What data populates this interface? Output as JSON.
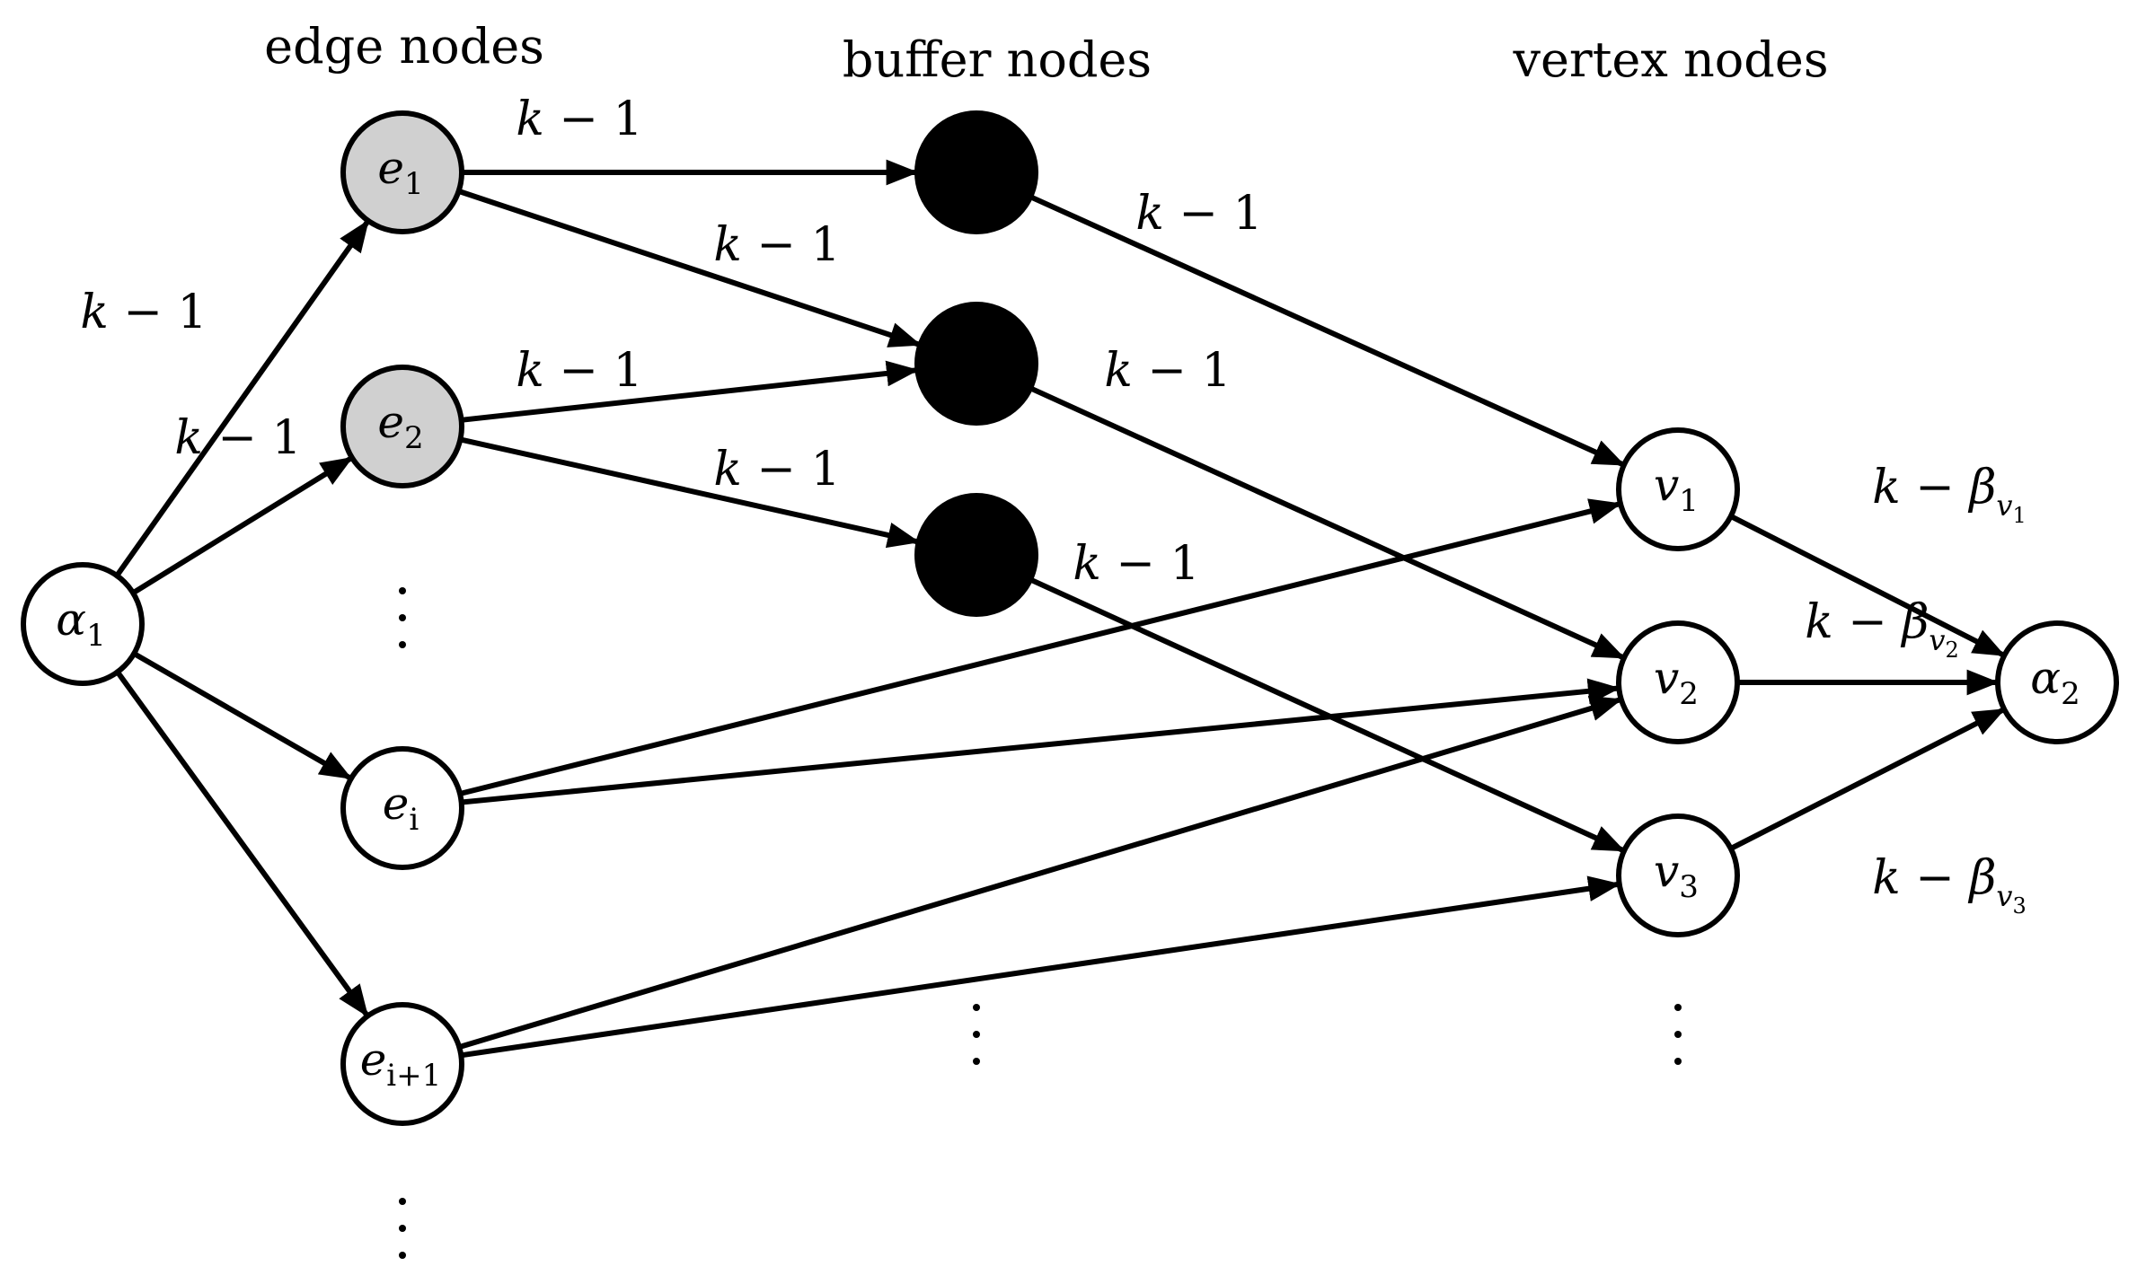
{
  "headers": {
    "edge_nodes": "edge nodes",
    "buffer_nodes": "buffer nodes",
    "vertex_nodes": "vertex nodes"
  },
  "colors": {
    "line": "#000000",
    "node_fill_default": "#ffffff",
    "node_fill_highlight": "#d0d0d0",
    "node_fill_buffer": "#000000"
  },
  "nodes": {
    "alpha1": {
      "base": "α",
      "sub": "1",
      "fill": "#ffffff"
    },
    "e1": {
      "base": "e",
      "sub": "1",
      "fill": "#d0d0d0"
    },
    "e2": {
      "base": "e",
      "sub": "2",
      "fill": "#d0d0d0"
    },
    "ei": {
      "base": "e",
      "sub": "i",
      "fill": "#ffffff"
    },
    "ei1": {
      "base": "e",
      "sub": "i+1",
      "fill": "#ffffff"
    },
    "b1": {
      "base": "",
      "sub": "",
      "fill": "#000000"
    },
    "b2": {
      "base": "",
      "sub": "",
      "fill": "#000000"
    },
    "b3": {
      "base": "",
      "sub": "",
      "fill": "#000000"
    },
    "v1": {
      "base": "v",
      "sub": "1",
      "fill": "#ffffff"
    },
    "v2": {
      "base": "v",
      "sub": "2",
      "fill": "#ffffff"
    },
    "v3": {
      "base": "v",
      "sub": "3",
      "fill": "#ffffff"
    },
    "alpha2": {
      "base": "α",
      "sub": "2",
      "fill": "#ffffff"
    }
  },
  "edges": [
    {
      "from": "alpha1",
      "to": "e1",
      "label": "k − 1"
    },
    {
      "from": "alpha1",
      "to": "e2",
      "label": "k − 1"
    },
    {
      "from": "alpha1",
      "to": "ei",
      "label": ""
    },
    {
      "from": "alpha1",
      "to": "ei1",
      "label": ""
    },
    {
      "from": "e1",
      "to": "b1",
      "label": "k − 1"
    },
    {
      "from": "e1",
      "to": "b2",
      "label": "k − 1"
    },
    {
      "from": "e2",
      "to": "b2",
      "label": "k − 1"
    },
    {
      "from": "e2",
      "to": "b3",
      "label": "k − 1"
    },
    {
      "from": "b1",
      "to": "v1",
      "label": "k − 1"
    },
    {
      "from": "b2",
      "to": "v2",
      "label": "k − 1"
    },
    {
      "from": "b3",
      "to": "v3",
      "label": "k − 1"
    },
    {
      "from": "ei",
      "to": "v1",
      "label": ""
    },
    {
      "from": "ei",
      "to": "v2",
      "label": ""
    },
    {
      "from": "ei1",
      "to": "v2",
      "label": ""
    },
    {
      "from": "ei1",
      "to": "v3",
      "label": ""
    },
    {
      "from": "v1",
      "to": "alpha2",
      "label": "k − β_v1"
    },
    {
      "from": "v2",
      "to": "alpha2",
      "label": "k − β_v2"
    },
    {
      "from": "v3",
      "to": "alpha2",
      "label": "k − β_v3"
    }
  ],
  "edge_labels": {
    "k_minus_1": {
      "var": "k",
      "op": "−",
      "num": "1"
    },
    "beta_v1": {
      "var": "k",
      "op": "−",
      "beta": "β",
      "sub": "v",
      "subsub": "1"
    },
    "beta_v2": {
      "var": "k",
      "op": "−",
      "beta": "β",
      "sub": "v",
      "subsub": "2"
    },
    "beta_v3": {
      "var": "k",
      "op": "−",
      "beta": "β",
      "sub": "v",
      "subsub": "3"
    }
  }
}
